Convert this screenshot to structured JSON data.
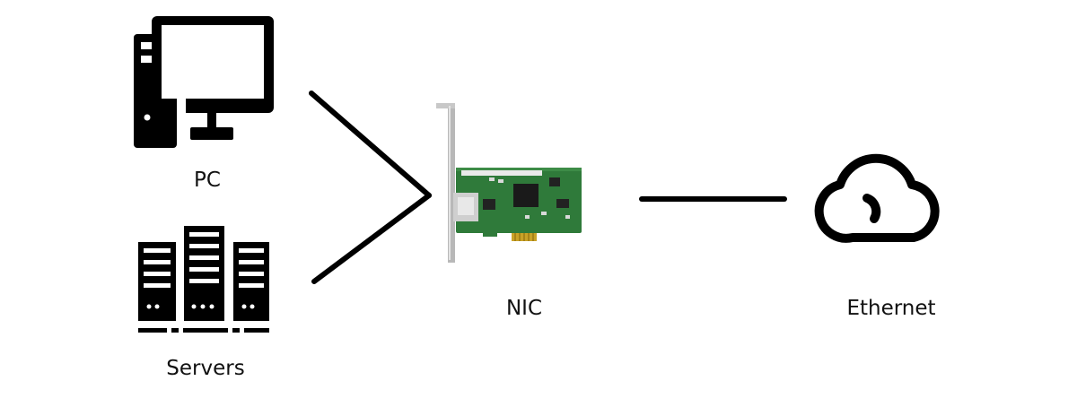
{
  "nodes": {
    "pc": {
      "label": "PC",
      "icon": "desktop-computer-icon"
    },
    "servers": {
      "label": "Servers",
      "icon": "server-rack-icon"
    },
    "nic": {
      "label": "NIC",
      "icon": "network-interface-card-icon"
    },
    "ethernet": {
      "label": "Ethernet",
      "icon": "cloud-icon"
    }
  },
  "connections": [
    {
      "from": "PC",
      "to": "NIC"
    },
    {
      "from": "Servers",
      "to": "NIC"
    },
    {
      "from": "NIC",
      "to": "Ethernet"
    }
  ],
  "colors": {
    "icon": "#000000",
    "pcb": "#2f7a3a",
    "bracket": "#b8b8b8",
    "gold": "#c9a227"
  }
}
